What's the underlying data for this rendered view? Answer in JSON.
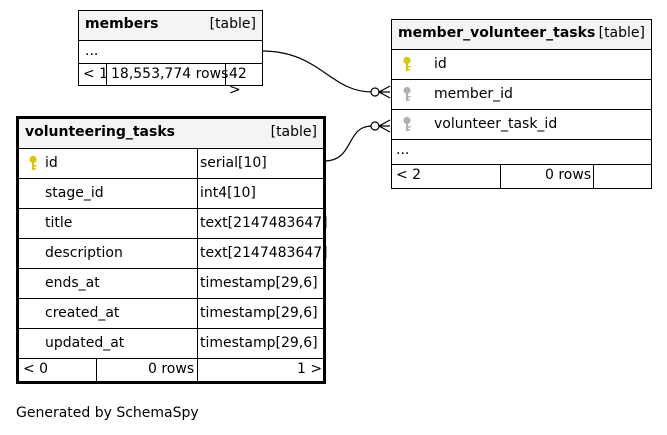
{
  "members": {
    "name": "members",
    "kind": "[table]",
    "ellipsis": "...",
    "footer": {
      "left": "< 1",
      "rows": "18,553,774 rows",
      "right": "42 >"
    }
  },
  "member_volunteer_tasks": {
    "name": "member_volunteer_tasks",
    "kind": "[table]",
    "columns": [
      {
        "name": "id",
        "key": "primary"
      },
      {
        "name": "member_id",
        "key": "foreign"
      },
      {
        "name": "volunteer_task_id",
        "key": "foreign"
      }
    ],
    "ellipsis": "...",
    "footer": {
      "left": "< 2",
      "rows": "0 rows",
      "right": ""
    }
  },
  "volunteering_tasks": {
    "name": "volunteering_tasks",
    "kind": "[table]",
    "columns": [
      {
        "name": "id",
        "type": "serial[10]",
        "key": "primary"
      },
      {
        "name": "stage_id",
        "type": "int4[10]"
      },
      {
        "name": "title",
        "type": "text[2147483647]"
      },
      {
        "name": "description",
        "type": "text[2147483647]"
      },
      {
        "name": "ends_at",
        "type": "timestamp[29,6]"
      },
      {
        "name": "created_at",
        "type": "timestamp[29,6]"
      },
      {
        "name": "updated_at",
        "type": "timestamp[29,6]"
      }
    ],
    "footer": {
      "left": "< 0",
      "rows": "0 rows",
      "right": "1 >"
    }
  },
  "colors": {
    "primary_key": "#d9c800",
    "foreign_key": "#b0b0b0",
    "header_bg": "#f4f4f4"
  },
  "credit": "Generated by SchemaSpy"
}
